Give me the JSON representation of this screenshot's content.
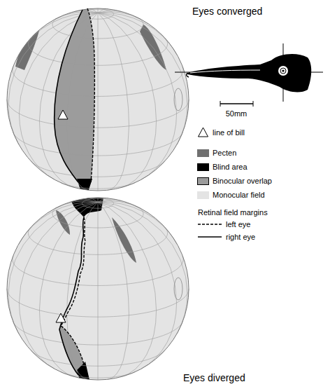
{
  "diagram": {
    "labels": [
      "Eyes converged",
      "50mm",
      "Retinal field margins",
      "Eyes diverged"
    ],
    "legend": [
      {
        "text": "line of bill"
      },
      {
        "text": "Pecten",
        "color": "#707070"
      },
      {
        "text": "Blind area",
        "color": "#000000"
      },
      {
        "text": "Binocular overlap",
        "color": "#9c9c9c"
      },
      {
        "text": "Monocular field",
        "color": "#e4e4e4"
      },
      {
        "text": "left eye"
      },
      {
        "text": "right eye"
      }
    ]
  }
}
